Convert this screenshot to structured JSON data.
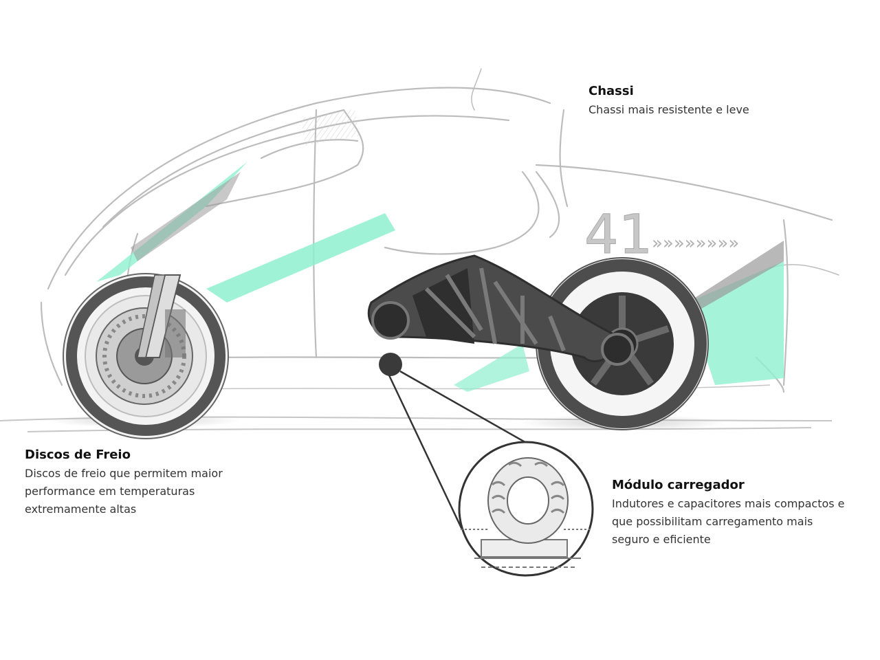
{
  "callouts": {
    "chassi": {
      "title": "Chassi",
      "lines": [
        "Chassi mais resistente e leve"
      ]
    },
    "discos": {
      "title": "Discos  de Freio",
      "lines": [
        "Discos de freio que permitem maior",
        "performance em temperaturas",
        "extremamente altas"
      ]
    },
    "modulo": {
      "title": "Módulo  carregador",
      "lines": [
        "Indutores e capacitores mais compactos e",
        "que possibilitam carregamento mais",
        "seguro e eficiente"
      ]
    }
  },
  "vehicle": {
    "race_number": "41",
    "chevrons": "»»»»»»»»"
  },
  "colors": {
    "accent": "#7fe8c4",
    "sketch": "#b8b8b8",
    "frame": "#555555",
    "dark": "#333333"
  }
}
